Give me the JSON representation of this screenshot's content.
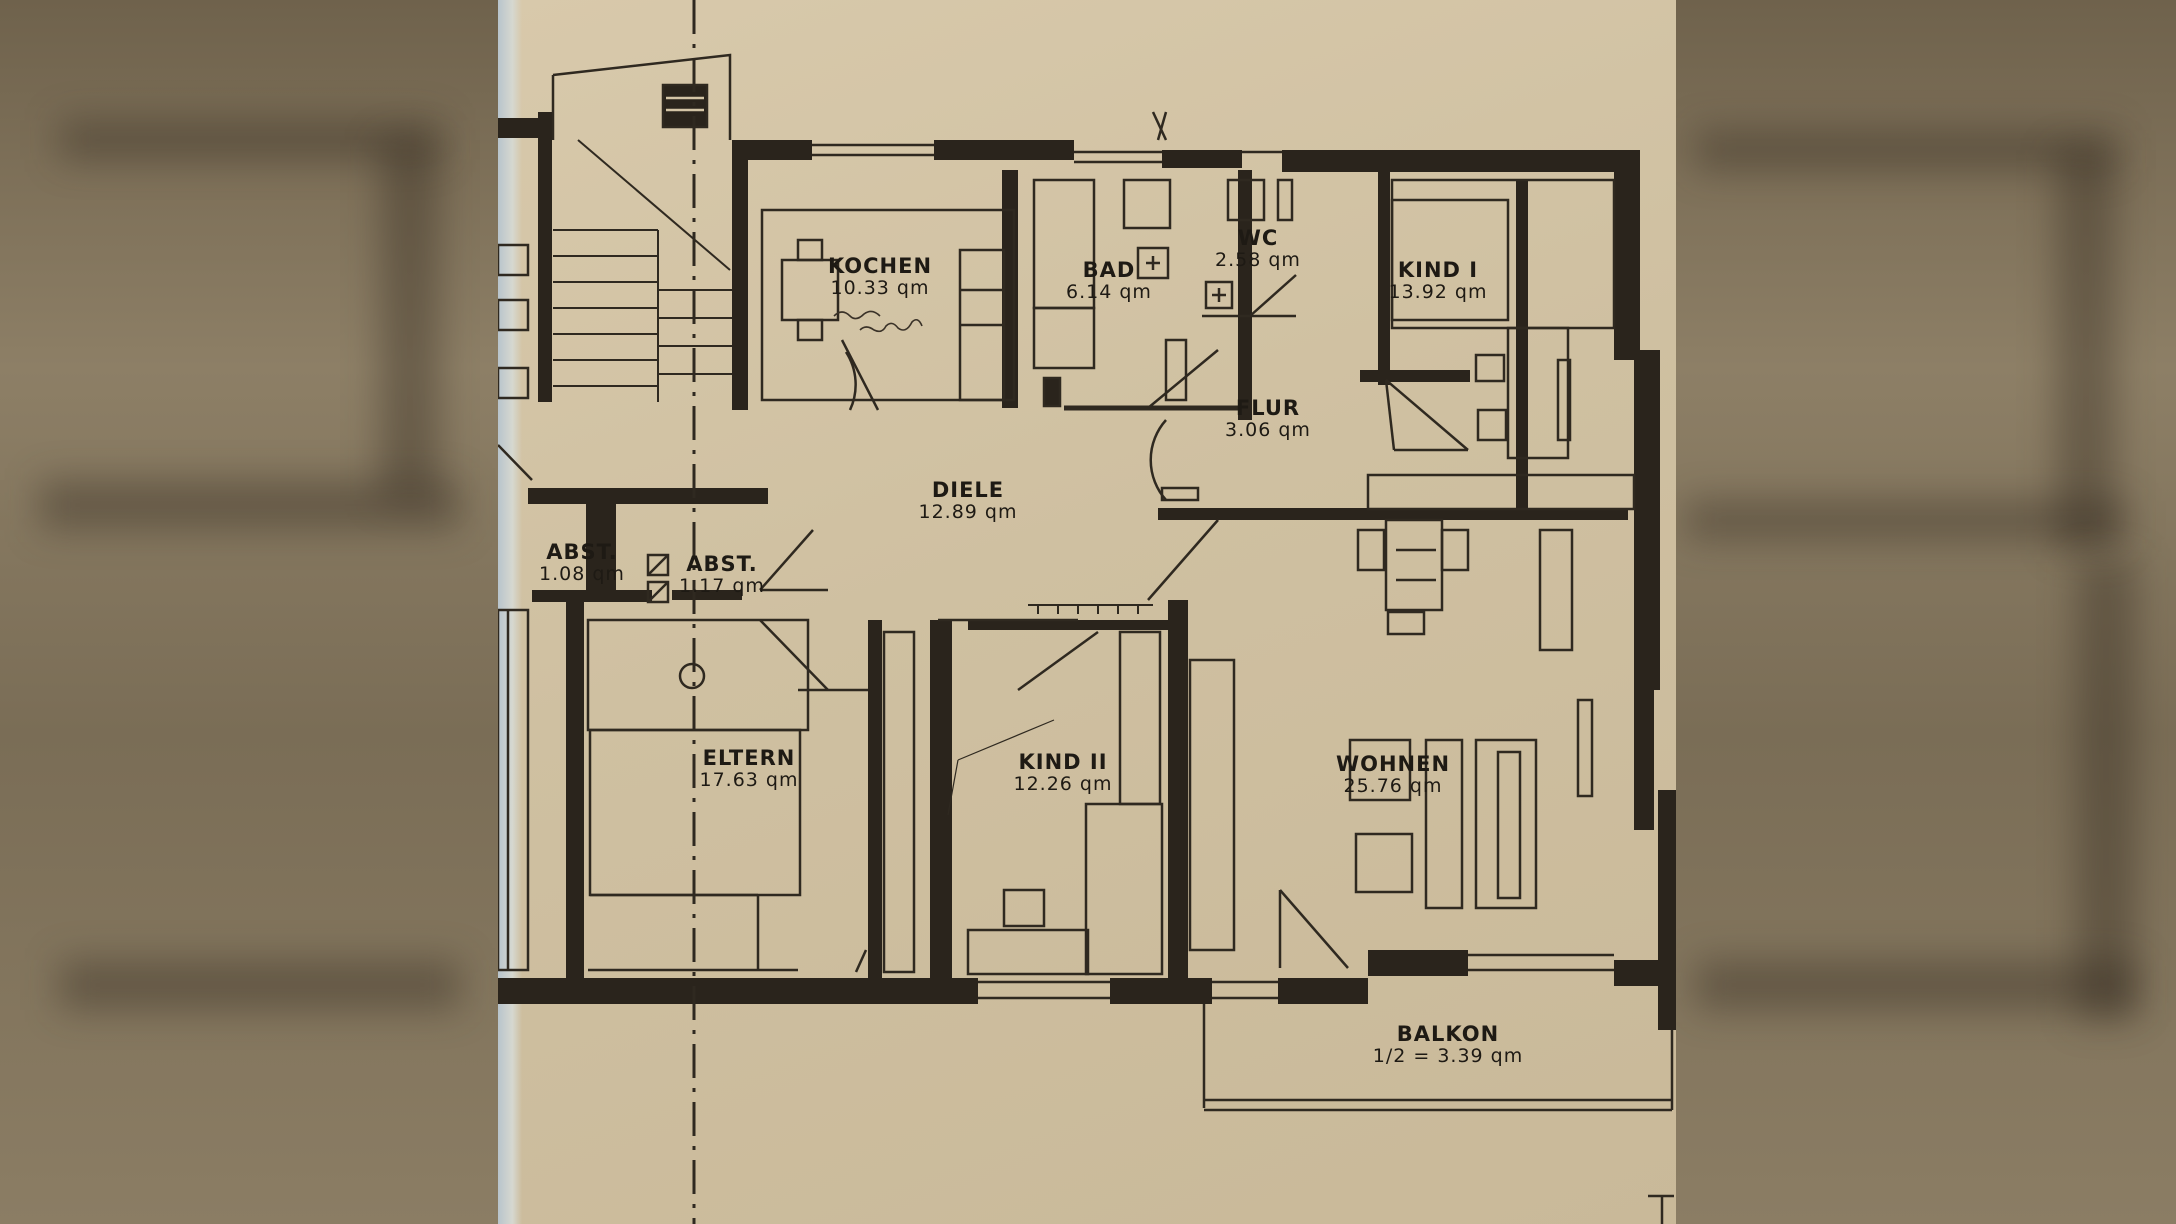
{
  "rooms": {
    "kochen": {
      "name": "KOCHEN",
      "area": "10.33 qm"
    },
    "bad": {
      "name": "BAD",
      "area": "6.14 qm"
    },
    "wc": {
      "name": "WC",
      "area": "2.58 qm"
    },
    "kind1": {
      "name": "KIND I",
      "area": "13.92 qm"
    },
    "flur": {
      "name": "FLUR",
      "area": "3.06 qm"
    },
    "diele": {
      "name": "DIELE",
      "area": "12.89 qm"
    },
    "abst1": {
      "name": "ABST.",
      "area": "1.08 qm"
    },
    "abst2": {
      "name": "ABST.",
      "area": "1.17 qm"
    },
    "eltern": {
      "name": "ELTERN",
      "area": "17.63 qm"
    },
    "kind2": {
      "name": "KIND II",
      "area": "12.26 qm"
    },
    "wohnen": {
      "name": "WOHNEN",
      "area": "25.76 qm"
    },
    "balkon": {
      "name": "BALKON",
      "area": "1/2 = 3.39 qm"
    }
  },
  "colors": {
    "wall": "#2a241c",
    "line": "#2f2920",
    "paper": "#d4c5a6"
  }
}
